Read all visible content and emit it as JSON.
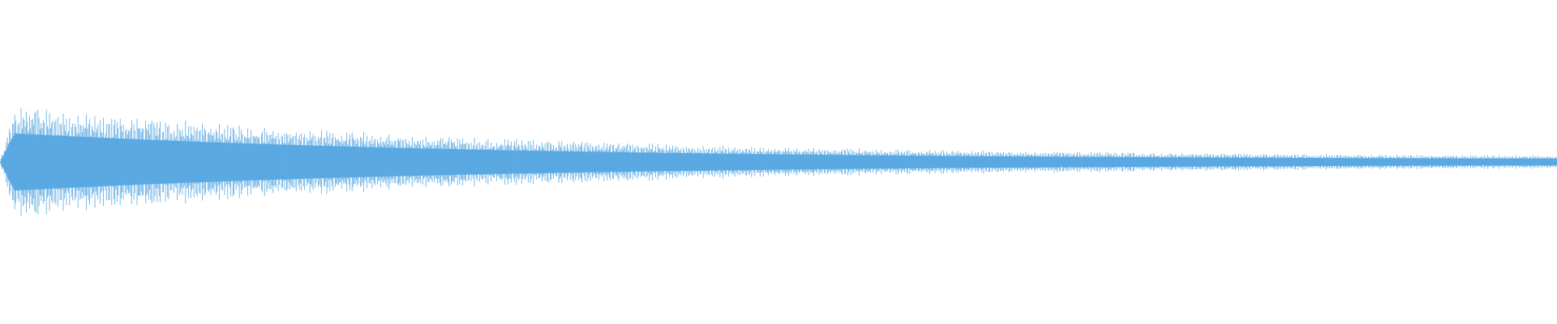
{
  "waveform": {
    "color": "#5aa9e2",
    "background": "#ffffff",
    "decay": "exponential",
    "initial_peak": 0.66,
    "final_level": 0.05
  }
}
